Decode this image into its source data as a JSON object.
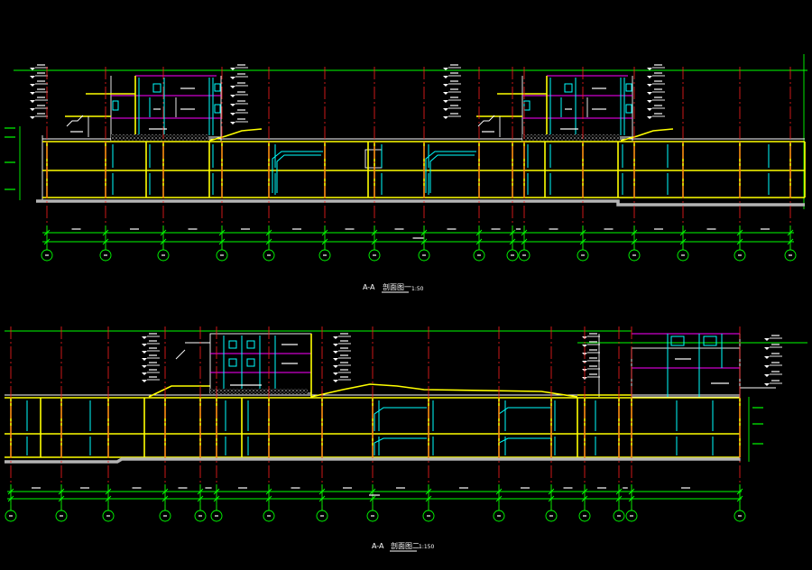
{
  "drawings": [
    {
      "label": "A-A",
      "title": "剖面图一",
      "scale": "1:50"
    },
    {
      "label": "A-A",
      "title": "剖面图二",
      "scale": "1:150"
    }
  ],
  "colors": {
    "background": "#000000",
    "grid_axis": "#ff2020",
    "structure": "#ffff00",
    "dimension": "#00ff00",
    "wall_cyan": "#00ffff",
    "wall_magenta": "#ff00ff"
  }
}
